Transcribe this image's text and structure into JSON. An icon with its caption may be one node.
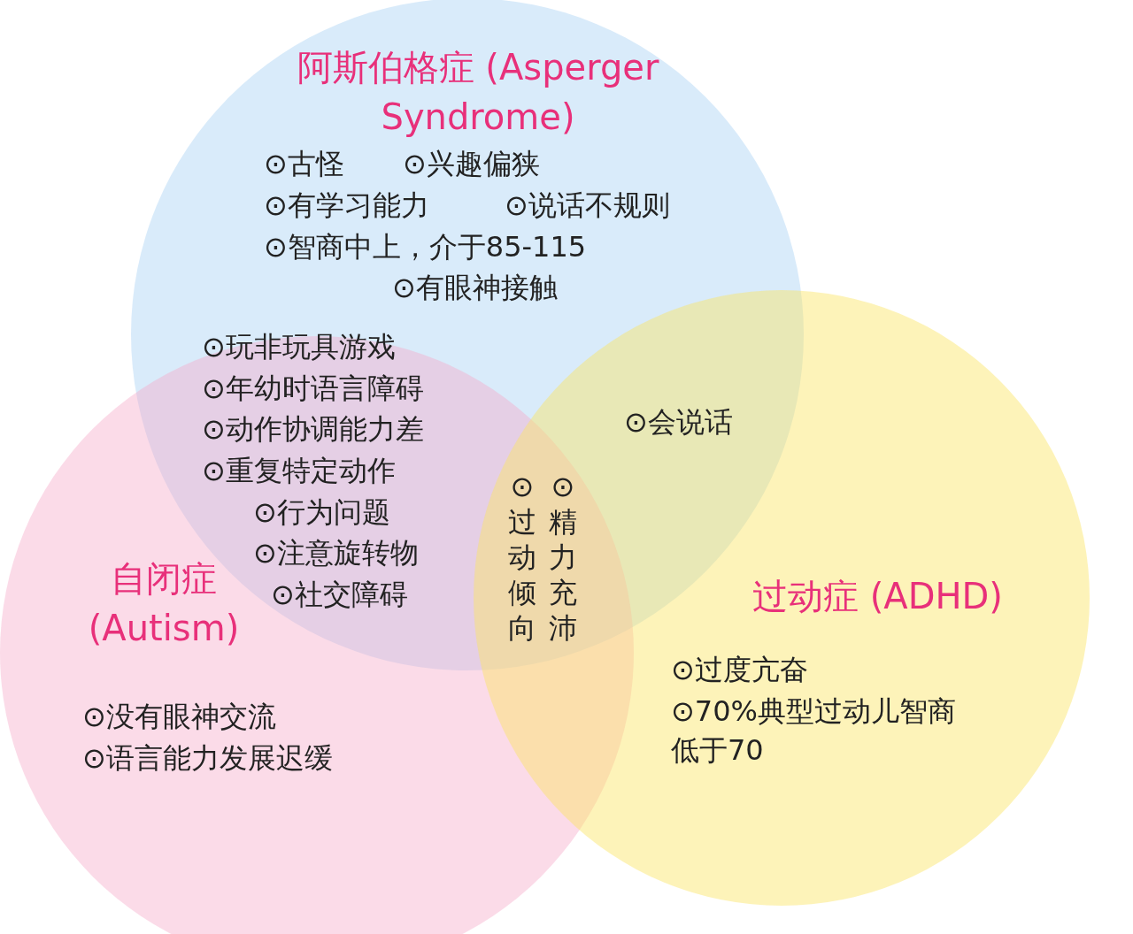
{
  "diagram": {
    "nodes": [
      {
        "text": [
          "阿斯伯格症 (Asperger Syndrome)",
          "⊙古怪",
          "⊙兴趣偏狭",
          "⊙有学习能力",
          "⊙说话不规则",
          "⊙智商中上，介于85-115",
          "⊙有眼神接触"
        ]
      },
      {
        "text": [
          "自闭症 (Autism)",
          "⊙没有眼神交流",
          "⊙语言能力发展迟缓"
        ]
      },
      {
        "text": [
          "过动症 (ADHD)",
          "⊙过度亢奋",
          "⊙70%典型过动儿智商低于70"
        ]
      }
    ],
    "labels": [
      "⊙玩非玩具游戏",
      "⊙年幼时语言障碍",
      "⊙动作协调能力差",
      "⊙重复特定动作",
      "⊙行为问题",
      "⊙注意旋转物",
      "⊙社交障碍",
      "⊙会说话",
      "⊙过动倾向",
      "⊙精力充沛"
    ]
  }
}
